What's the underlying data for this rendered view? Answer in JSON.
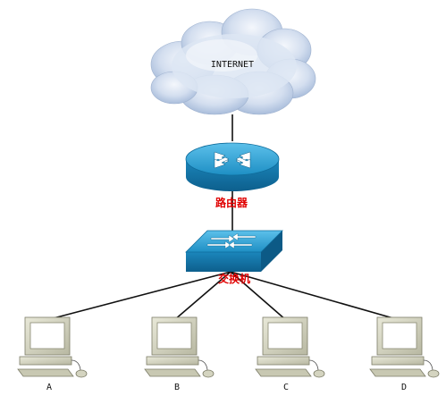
{
  "diagram": {
    "cloud_label": "INTERNET",
    "router_label": "路由器",
    "switch_label": "交换机",
    "computers": [
      {
        "label": "A"
      },
      {
        "label": "B"
      },
      {
        "label": "C"
      },
      {
        "label": "D"
      }
    ]
  },
  "colors": {
    "cloud_fill": "#c9d8ec",
    "device_blue": "#1e8fc4",
    "device_blue_light": "#4fb4e0",
    "label_red": "#e00000",
    "line": "#111111",
    "pc_body": "#d8d8c4"
  },
  "icons": [
    "cloud-icon",
    "router-icon",
    "switch-icon",
    "computer-icon"
  ]
}
